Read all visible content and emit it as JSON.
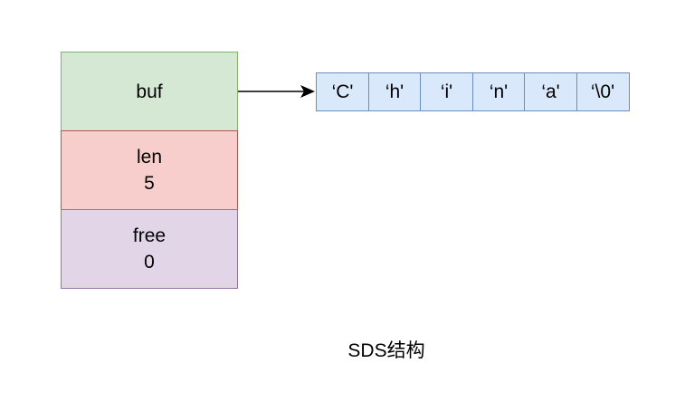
{
  "struct": {
    "buf": {
      "label": "buf"
    },
    "len": {
      "label": "len",
      "value": "5"
    },
    "free": {
      "label": "free",
      "value": "0"
    }
  },
  "buffer": {
    "chars": [
      "‘C'",
      "‘h'",
      "‘i'",
      "‘n'",
      "‘a'",
      "‘\\0'"
    ]
  },
  "caption": "SDS结构",
  "colors": {
    "buf_fill": "#d5e8d4",
    "buf_border": "#82b366",
    "len_fill": "#f8cecc",
    "len_border": "#b85450",
    "free_fill": "#e1d5e7",
    "free_border": "#9673a6",
    "cell_fill": "#dae8fc",
    "cell_border": "#6c8ebf",
    "arrow": "#000000"
  }
}
